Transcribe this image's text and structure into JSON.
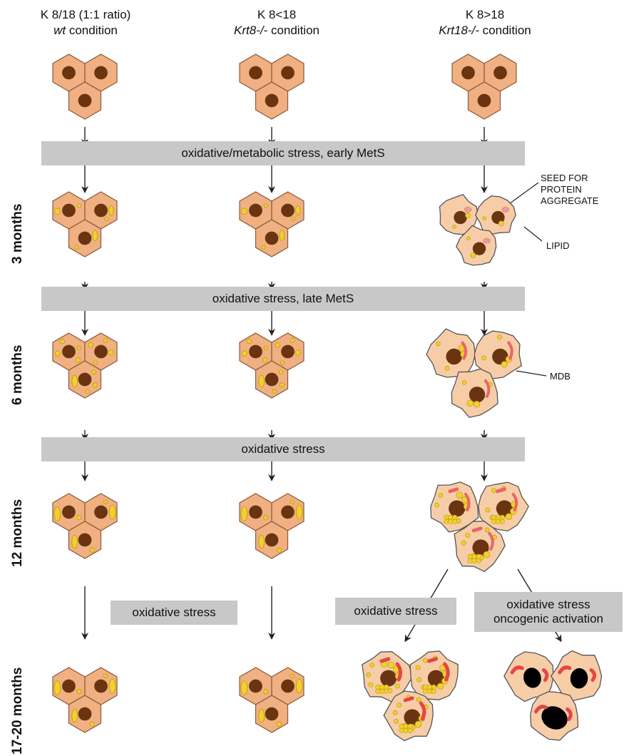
{
  "columns": [
    {
      "title": "K 8/18 (1:1 ratio)",
      "cond_italic": "wt",
      "cond_rest": " condition"
    },
    {
      "title": "K 8<18",
      "cond_italic": "Krt8-/-",
      "cond_rest": " condition"
    },
    {
      "title": "K 8>18",
      "cond_italic": "Krt18-/-",
      "cond_rest": " condition"
    }
  ],
  "rows": [
    "3 months",
    "6 months",
    "12 months",
    "17-20 months"
  ],
  "stress_bars": {
    "bar1": "oxidative/metabolic stress, early MetS",
    "bar2": "oxidative stress, late MetS",
    "bar3": "oxidative stress",
    "bar4": "oxidative stress",
    "bar5": "oxidative stress",
    "bar6_line1": "oxidative stress",
    "bar6_line2": "oncogenic activation"
  },
  "callouts": {
    "seed_line1": "SEED FOR",
    "seed_line2": "PROTEIN",
    "seed_line3": "AGGREGATE",
    "lipid": "LIPID",
    "mdb": "MDB"
  },
  "colors": {
    "hex_fill": "#F0B081",
    "round_fill": "#F7CDA8",
    "nucleus": "#6B3410",
    "lipid": "#F3D02A",
    "lipid_stroke": "#B89A10",
    "aggregate": "#E54545",
    "seed": "#F09A9A",
    "tumor_nucleus": "#000000",
    "bar": "#C8C8C8"
  }
}
